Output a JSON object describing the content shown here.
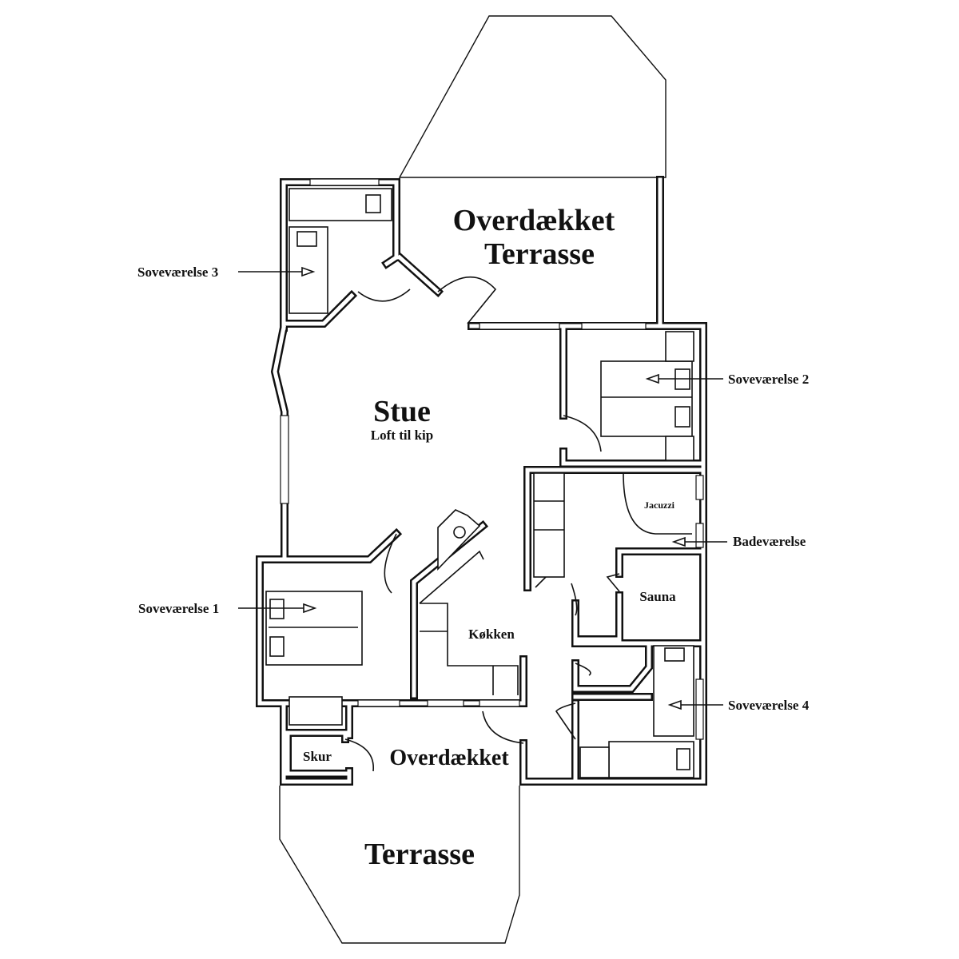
{
  "rooms": {
    "covered_terrace_top": [
      "Overdækket",
      "Terrasse"
    ],
    "living_room": "Stue",
    "living_room_note": "Loft til kip",
    "bedroom_1": "Soveværelse 1",
    "bedroom_2": "Soveværelse 2",
    "bedroom_3": "Soveværelse 3",
    "bedroom_4": "Soveværelse 4",
    "bathroom": "Badeværelse",
    "jacuzzi": "Jacuzzi",
    "sauna": "Sauna",
    "kitchen": "Køkken",
    "shed": "Skur",
    "covered_bottom": "Overdækket",
    "terrace_bottom": "Terrasse"
  },
  "colors": {
    "line": "#111111",
    "background": "#ffffff"
  }
}
